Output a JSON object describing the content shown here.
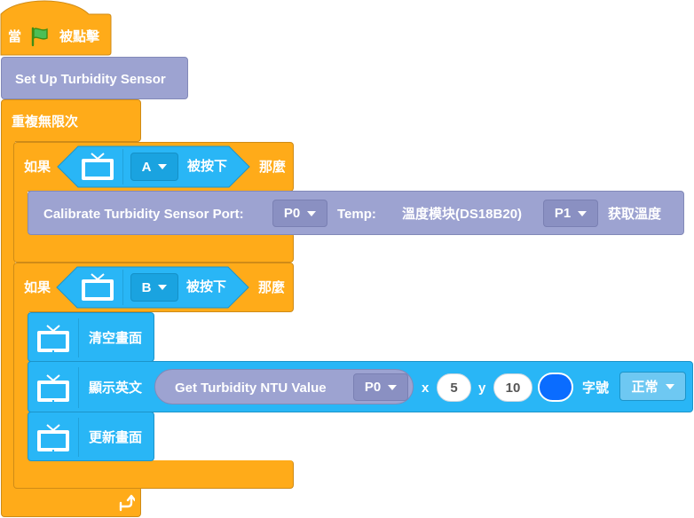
{
  "hat": {
    "prefix": "當",
    "suffix": "被點擊",
    "flag_icon": "green-flag-icon"
  },
  "setup": {
    "label": "Set Up Turbidity Sensor"
  },
  "forever": {
    "label": "重複無限次",
    "loop_icon": "loop-arrow-icon"
  },
  "if1": {
    "if_label": "如果",
    "then_label": "那麼",
    "condition": {
      "key": "A",
      "suffix": "被按下",
      "icon": "tv-icon"
    },
    "calibrate": {
      "label": "Calibrate Turbidity Sensor Port:",
      "port": "P0",
      "temp_label": "Temp:",
      "temp_module": "溫度模块(DS18B20)",
      "temp_port": "P1",
      "temp_suffix": "获取溫度"
    }
  },
  "if2": {
    "if_label": "如果",
    "then_label": "那麼",
    "condition": {
      "key": "B",
      "suffix": "被按下",
      "icon": "tv-icon"
    },
    "clear": {
      "label": "清空畫面",
      "icon": "tv-icon"
    },
    "show": {
      "label": "顯示英文",
      "icon": "tv-icon",
      "reporter_label": "Get Turbidity NTU Value",
      "reporter_port": "P0",
      "x_label": "x",
      "x_value": "5",
      "y_label": "y",
      "y_value": "10",
      "color": "#0a6cff",
      "font_label": "字號",
      "font_value": "正常"
    },
    "update": {
      "label": "更新畫面",
      "icon": "tv-icon"
    }
  }
}
